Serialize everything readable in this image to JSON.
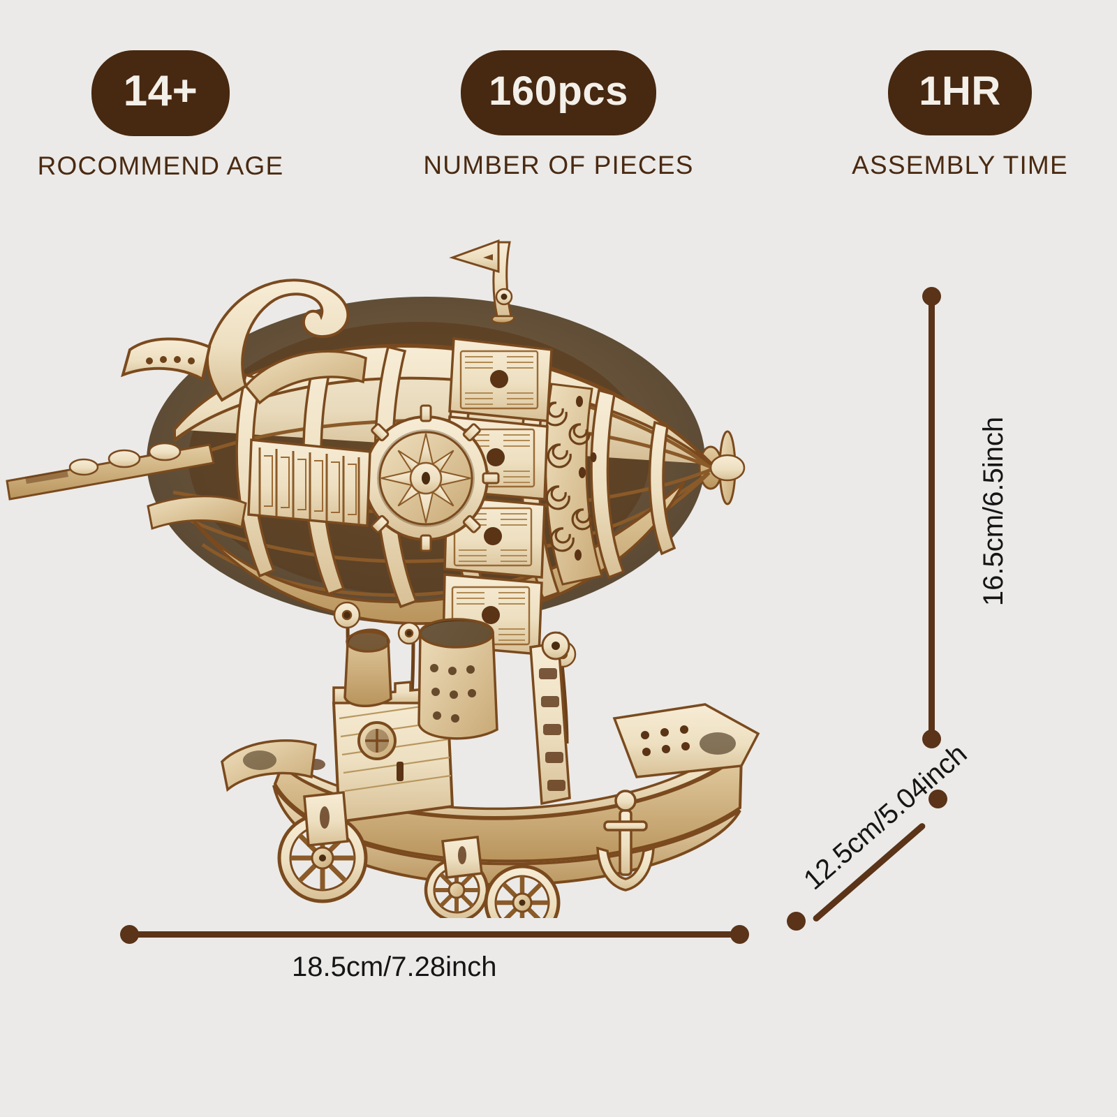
{
  "background_color": "#ebeae8",
  "accent_color": "#472810",
  "line_color": "#5a3318",
  "badges": [
    {
      "value": "14+",
      "label": "ROCOMMEND AGE",
      "icon": "age-badge-icon"
    },
    {
      "value": "160pcs",
      "label": "NUMBER OF PIECES",
      "icon": "pieces-badge-icon"
    },
    {
      "value": "1HR",
      "label": "ASSEMBLY TIME",
      "icon": "time-badge-icon"
    }
  ],
  "dimensions": {
    "height": {
      "text": "16.5cm/6.5inch",
      "orientation": "vertical"
    },
    "width": {
      "text": "18.5cm/7.28inch",
      "orientation": "horizontal"
    },
    "depth": {
      "text": "12.5cm/5.04inch",
      "orientation": "diagonal"
    }
  },
  "product": {
    "name": "wooden-airship-model",
    "description": "3D wooden mechanical puzzle steampunk airship",
    "wood_light": "#f0e2c4",
    "wood_mid": "#dcc49a",
    "wood_dark": "#b08f5f",
    "wood_burn": "#7a4a1e",
    "wood_shadow": "#9a7544"
  }
}
